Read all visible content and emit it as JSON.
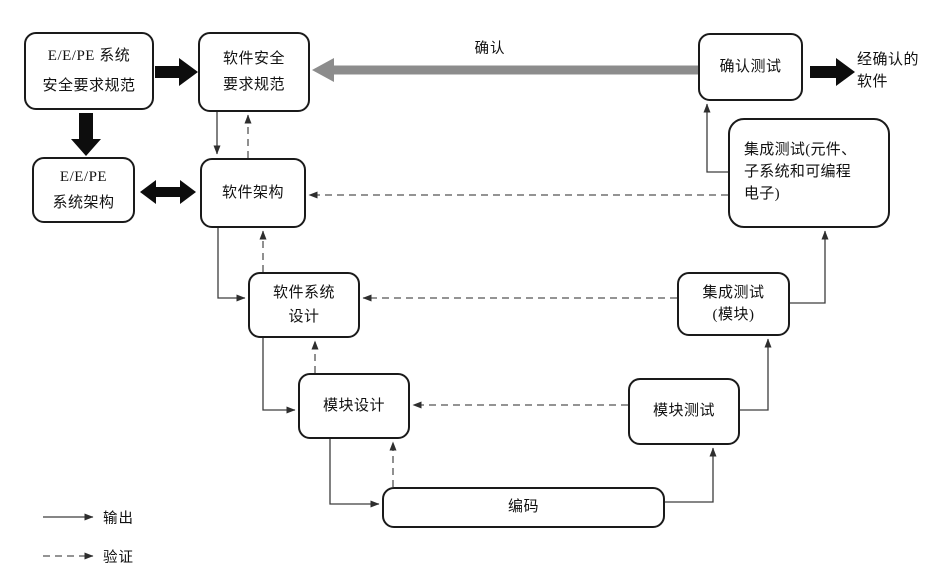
{
  "boxes": {
    "sys_srs": {
      "lines": [
        "E/E/PE 系统",
        "安全要求规范"
      ]
    },
    "sw_srs": {
      "lines": [
        "软件安全",
        "要求规范"
      ]
    },
    "sys_arch": {
      "lines": [
        "E/E/PE",
        "系统架构"
      ]
    },
    "sw_arch": {
      "lines": [
        "软件架构"
      ]
    },
    "sw_sys_design": {
      "lines": [
        "软件系统",
        "设计"
      ]
    },
    "module_design": {
      "lines": [
        "模块设计"
      ]
    },
    "coding": {
      "lines": [
        "编码"
      ]
    },
    "module_test": {
      "lines": [
        "模块测试"
      ]
    },
    "integration_test_module": {
      "lines": [
        "集成测试",
        "(模块)"
      ]
    },
    "integration_test_pe": {
      "lines": [
        "集成测试(元件、",
        "子系统和可编程",
        "电子)"
      ]
    },
    "validation_test": {
      "lines": [
        "确认测试"
      ]
    }
  },
  "outputs": {
    "validated_software": {
      "lines": [
        "经确认的",
        "软件"
      ]
    }
  },
  "labels": {
    "validation_arrow": "确认"
  },
  "legend": {
    "output": "输出",
    "verification": "验证"
  },
  "colors": {
    "line": "#3d3d3d",
    "dashed_line": "#555555",
    "box_border": "#1a1a1a",
    "block_arrow": "#0d0d0d",
    "validation_arrow_gray": "#8c8c8c"
  }
}
